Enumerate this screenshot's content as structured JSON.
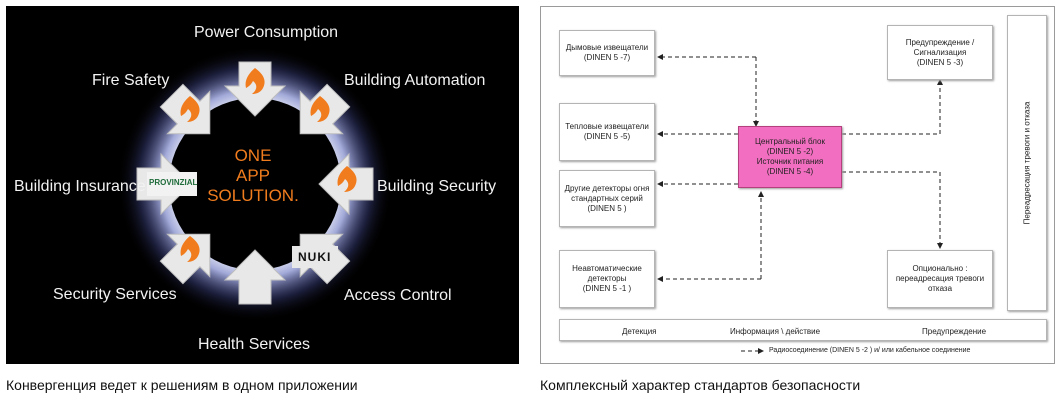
{
  "left_diagram": {
    "center": {
      "line1": "ONE",
      "line2": "APP",
      "line3": "SOLUTION."
    },
    "labels": {
      "power": "Power Consumption",
      "automation": "Building Automation",
      "security": "Building Security",
      "access": "Access Control",
      "health": "Health Services",
      "security_services": "Security Services",
      "insurance": "Building Insurance",
      "fire": "Fire Safety"
    },
    "logos": {
      "provinzial": "PROVINZIAL",
      "nuki": "NUKI"
    },
    "caption": "Конвергенция ведет к решениям в одном приложении"
  },
  "right_diagram": {
    "boxes": {
      "smoke": [
        "Дымовые извещатели",
        "(DINEN 5 -7)"
      ],
      "heat": [
        "Тепловые извещатели",
        "(DINEN 5 -5)"
      ],
      "other": [
        "Другие детекторы огня",
        "стандартных серий",
        "(DINEN 5 )"
      ],
      "manual": [
        "Неавтоматические",
        "детекторы",
        "(DINEN 5 -1 )"
      ],
      "central": [
        "Центральный блок",
        "(DINEN 5 -2)",
        "Источник питания",
        "(DINEN 5 -4)"
      ],
      "warning": [
        "Предупреждение /",
        "Сигнализация",
        "(DINEN 5 -3)"
      ],
      "optional": [
        "Опционально :",
        "переадресация тревоги",
        "отказа"
      ]
    },
    "vertical": "Переадресация тревоги и отказа",
    "bottom": {
      "detection": "Детекция",
      "info": "Информация \\ действие",
      "warning": "Предупреждение"
    },
    "legend": "Радиосоединение (DINEN 5 -2 ) и/ или кабельное соединение",
    "caption": "Комплексный характер стандартов безопасности"
  },
  "colors": {
    "orange": "#f07c1e",
    "pink": "#f26ec0",
    "arrow_gray": "#e8e8e8"
  }
}
